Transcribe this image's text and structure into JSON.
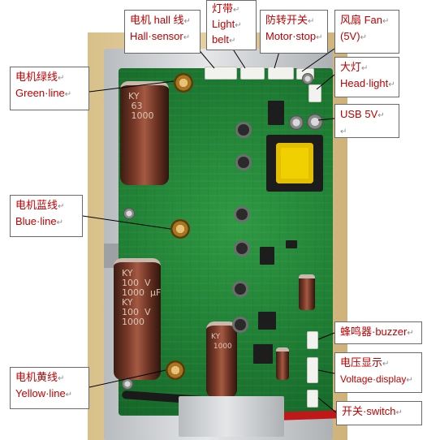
{
  "labels": {
    "hall": {
      "cn": "电机 hall 线",
      "en": "Hall·sensor"
    },
    "light": {
      "cn": "灯带",
      "en1": "Light",
      "en2": "belt"
    },
    "motor_stop": {
      "cn": "防转开关",
      "en": "Motor·stop"
    },
    "fan": {
      "cn": "风扇 Fan",
      "en": "(5V)"
    },
    "green": {
      "cn": "电机绿线",
      "en": "Green·line"
    },
    "headlight": {
      "cn": "大灯",
      "en": "Head·light"
    },
    "usb": {
      "cn": "USB 5V"
    },
    "blue": {
      "cn": "电机蓝线",
      "en": "Blue·line"
    },
    "buzzer": {
      "cn": "蜂鸣器·buzzer"
    },
    "voltage": {
      "cn": "电压显示",
      "en": "Voltage·display"
    },
    "yellow": {
      "cn": "电机黄线",
      "en": "Yellow·line"
    },
    "switch": {
      "cn": "开关·switch"
    }
  },
  "paragraph_mark": "↵",
  "capacitors": {
    "top": "KY\n 63\n 1000",
    "bottom": "KY\n100  V\n1000  μF\nKY\n100  V\n1000",
    "small": "KY\n 1000"
  },
  "colors": {
    "label_text": "#c00000",
    "label_border": "#6a6a6a",
    "pcb": "#1f7e34",
    "leader": "#000000"
  }
}
